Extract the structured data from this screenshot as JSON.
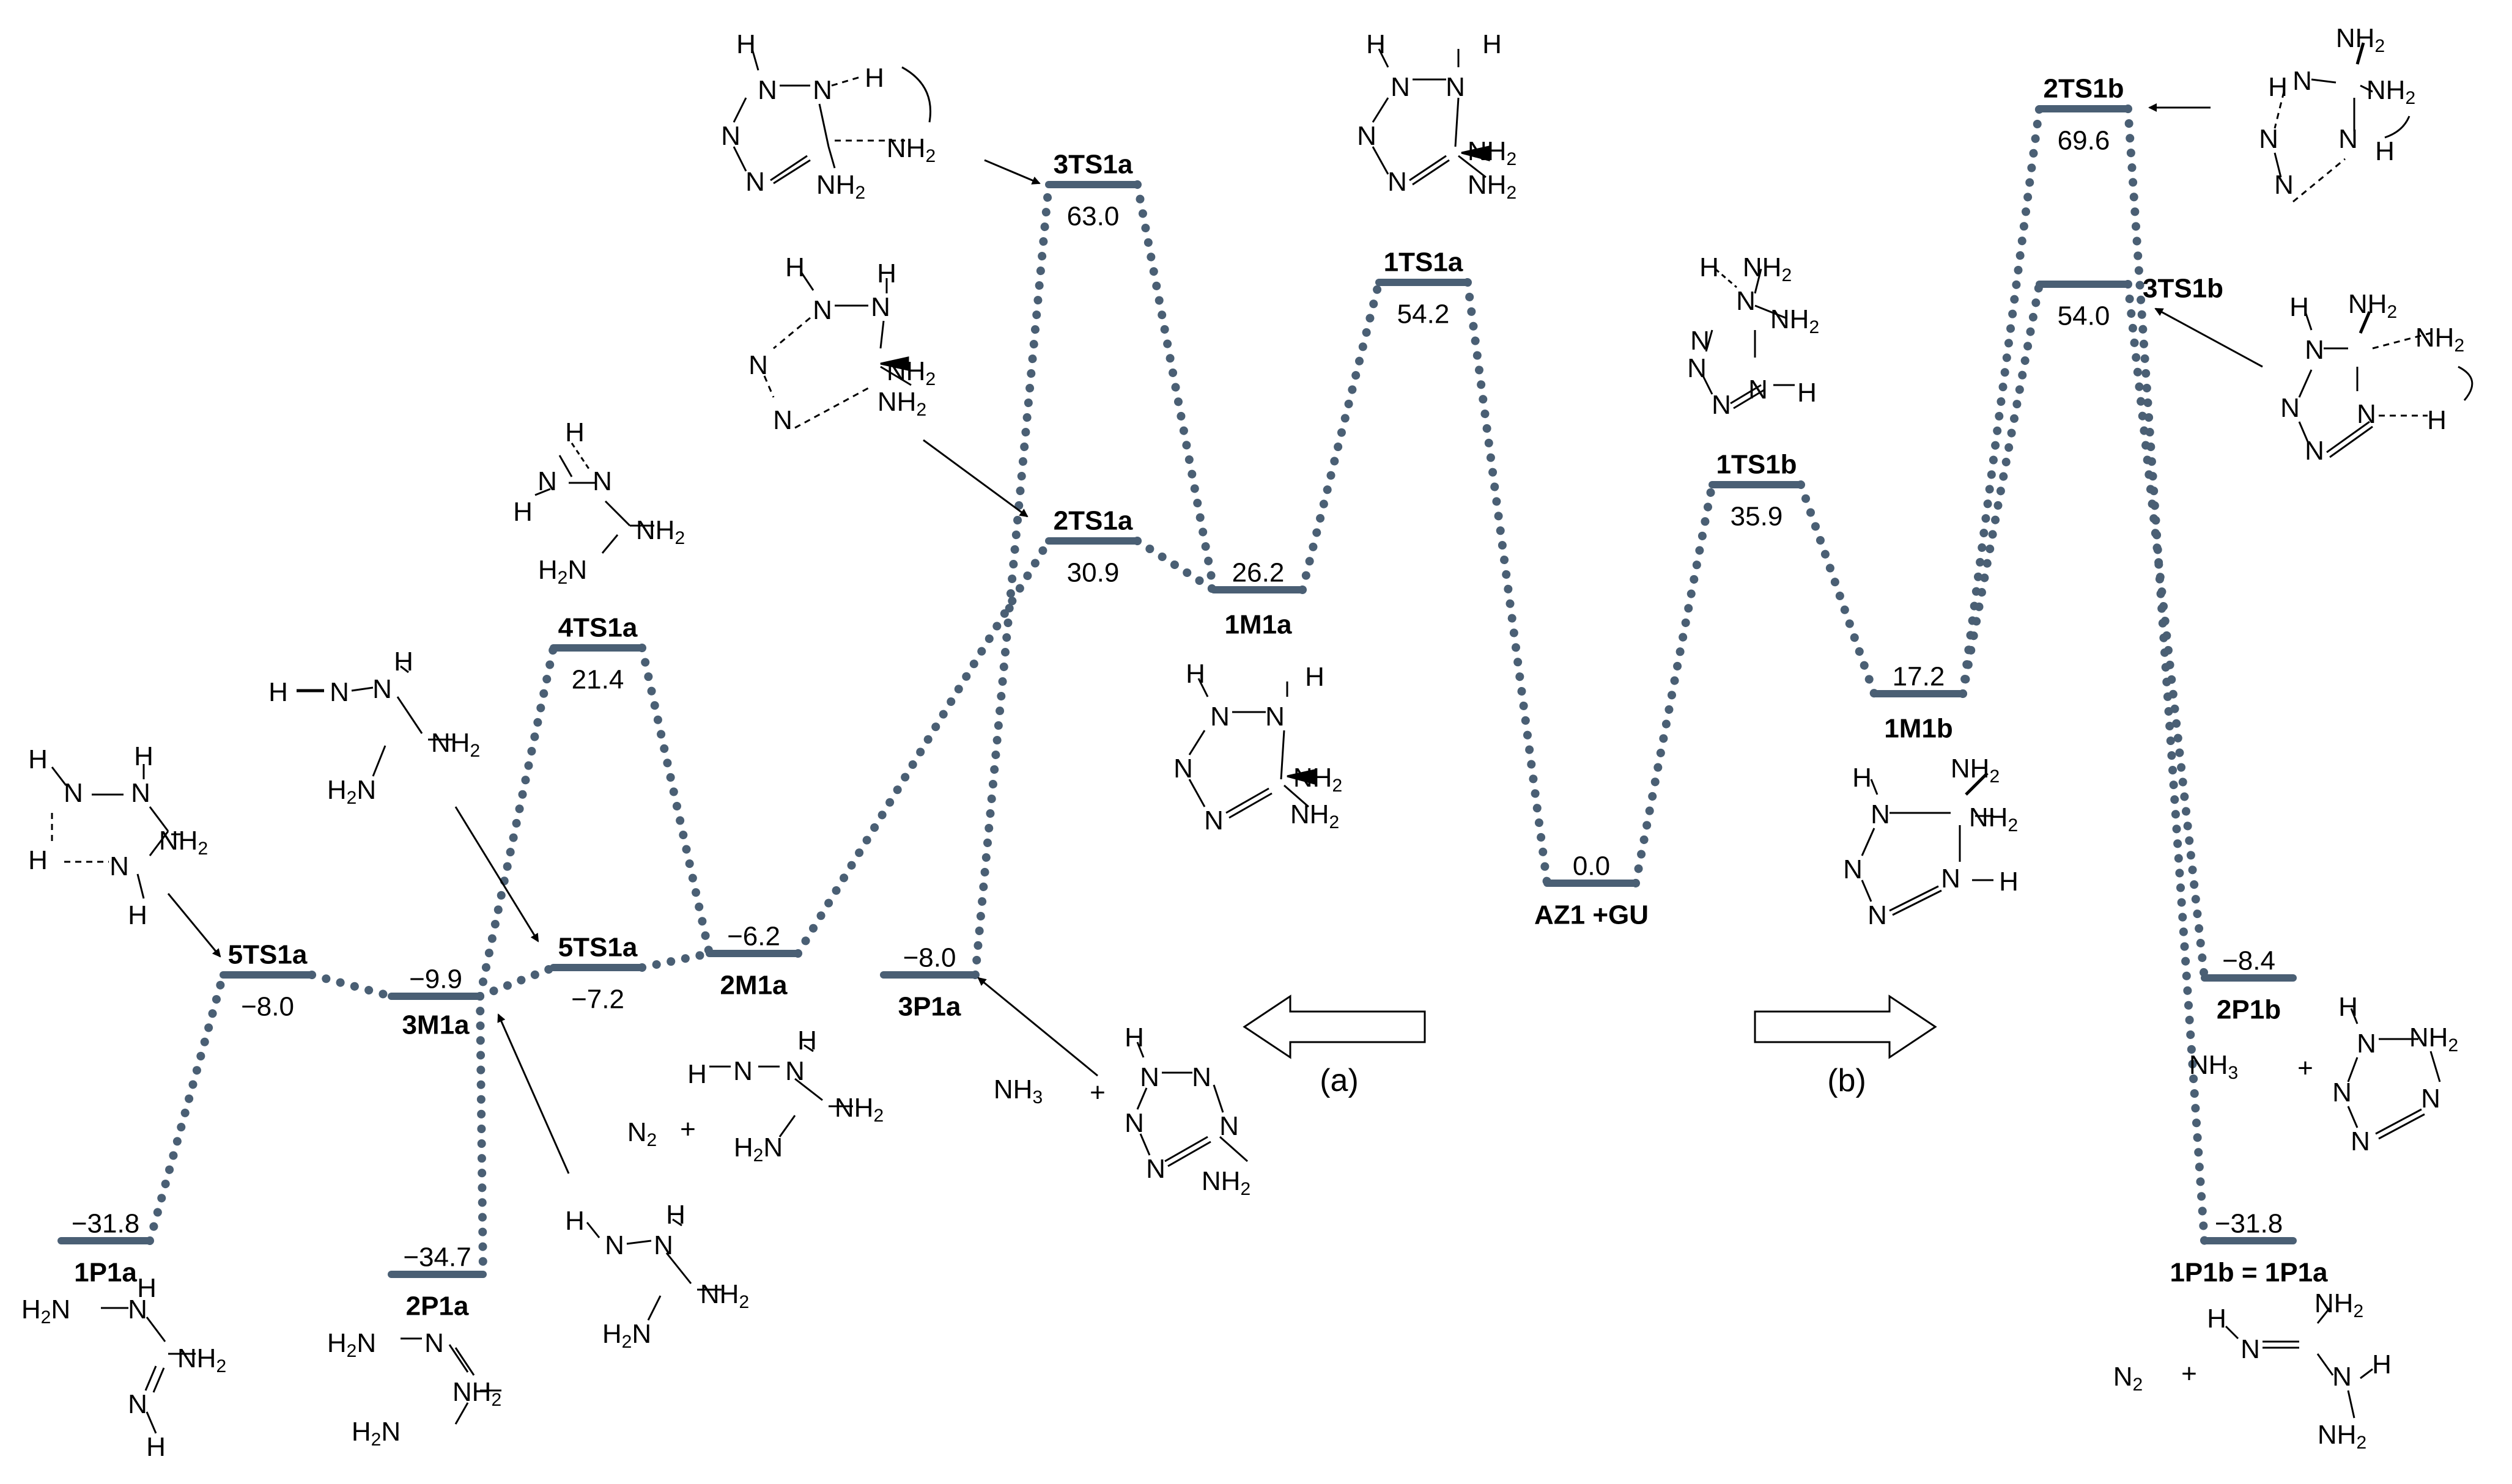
{
  "levels": [
    {
      "id": "1P1a",
      "value": "−31.8"
    },
    {
      "id": "5TS1a_left",
      "name": "5TS1a",
      "value": "−8.0"
    },
    {
      "id": "3M1a",
      "value": "−9.9"
    },
    {
      "id": "2P1a",
      "value": "−34.7"
    },
    {
      "id": "5TS1a_mid",
      "name": "5TS1a",
      "value": "−7.2"
    },
    {
      "id": "4TS1a",
      "value": "21.4"
    },
    {
      "id": "2M1a",
      "value": "−6.2"
    },
    {
      "id": "3P1a",
      "value": "−8.0"
    },
    {
      "id": "2TS1a",
      "value": "30.9"
    },
    {
      "id": "3TS1a",
      "value": "63.0"
    },
    {
      "id": "1M1a",
      "value": "26.2"
    },
    {
      "id": "1TS1a",
      "value": "54.2"
    },
    {
      "id": "AZ1_GU",
      "name": "AZ1 +GU",
      "value": "0.0"
    },
    {
      "id": "1TS1b",
      "value": "35.9"
    },
    {
      "id": "1M1b",
      "value": "17.2"
    },
    {
      "id": "2TS1b",
      "value": "69.6"
    },
    {
      "id": "3TS1b",
      "value": "54.0"
    },
    {
      "id": "2P1b",
      "value": "−8.4"
    },
    {
      "id": "1P1b",
      "name": "1P1b = 1P1a",
      "value": "−31.8"
    }
  ],
  "direction_labels": {
    "a": "(a)",
    "b": "(b)"
  },
  "chem": {
    "H": "H",
    "N": "N",
    "NH": "NH",
    "N2": "N",
    "NH3": "NH",
    "plus": "+",
    "two": "2",
    "three": "3",
    "H2N": "H",
    "NH2_sub": "2"
  },
  "colors": {
    "level": "#4a5f74",
    "dots": "#4a5f74",
    "text": "#000000"
  }
}
